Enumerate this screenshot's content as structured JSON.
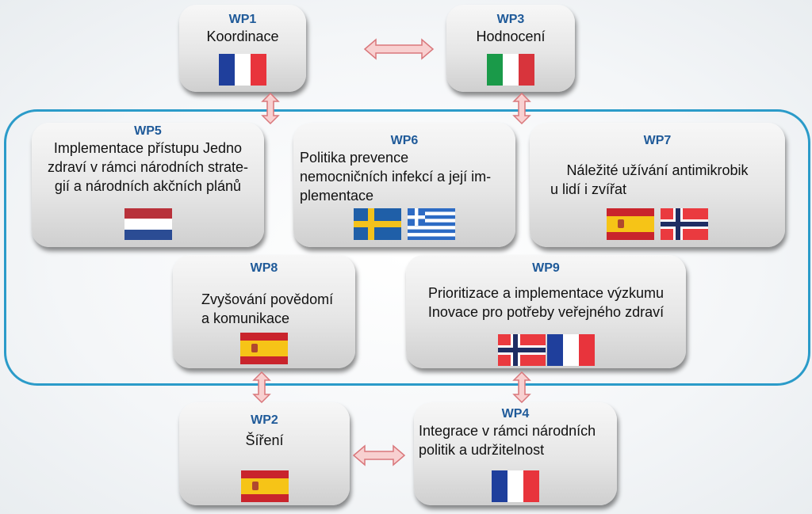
{
  "colors": {
    "container_border": "#2b9bc9",
    "wp_label": "#1f5a99",
    "arrow_fill": "#f8d0d0",
    "arrow_stroke": "#d9777b"
  },
  "packages": {
    "wp1": {
      "label": "WP1",
      "lines": [
        "Koordinace"
      ],
      "flags": [
        "fr"
      ]
    },
    "wp3": {
      "label": "WP3",
      "lines": [
        "Hodnocení"
      ],
      "flags": [
        "it"
      ]
    },
    "wp5": {
      "label": "WP5",
      "lines": [
        "Implementace přístupu Jedno",
        "zdraví v rámci národních strate-",
        "gií a národních akčních plánů"
      ],
      "flags": [
        "nl"
      ]
    },
    "wp6": {
      "label": "WP6",
      "lines": [
        "Politika prevence",
        "nemocničních infekcí a její im-",
        "plementace"
      ],
      "flags": [
        "se",
        "gr"
      ]
    },
    "wp7": {
      "label": "WP7",
      "lines": [
        "Náležité užívání antimikrobik",
        "u lidí i zvířat"
      ],
      "flags": [
        "es",
        "no"
      ]
    },
    "wp8": {
      "label": "WP8",
      "lines": [
        "Zvyšování povědomí",
        "a komunikace"
      ],
      "flags": [
        "es"
      ]
    },
    "wp9": {
      "label": "WP9",
      "lines": [
        "Prioritizace a implementace výzkumu",
        "Inovace pro potřeby veřejného zdraví"
      ],
      "flags": [
        "no",
        "fr"
      ]
    },
    "wp2": {
      "label": "WP2",
      "lines": [
        "Šíření"
      ],
      "flags": [
        "es"
      ]
    },
    "wp4": {
      "label": "WP4",
      "lines": [
        "Integrace v rámci národních",
        "politik a udržitelnost"
      ],
      "flags": [
        "fr"
      ]
    }
  }
}
